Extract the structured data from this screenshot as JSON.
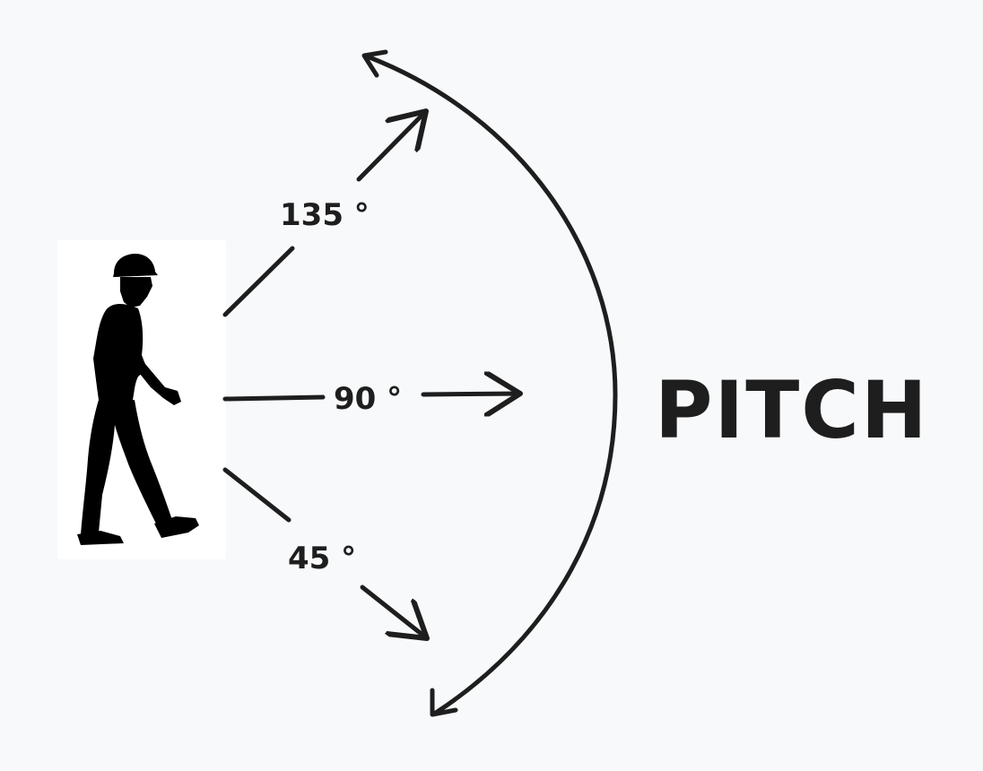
{
  "diagram": {
    "title": "PITCH",
    "labels": {
      "angle_135": "135 °",
      "angle_90": "90 °",
      "angle_45": "45 °"
    },
    "figure": "walking-person-silhouette",
    "colors": {
      "background": "#f8f9fa",
      "ink": "#1e1e1e",
      "panel": "#ffffff"
    }
  }
}
